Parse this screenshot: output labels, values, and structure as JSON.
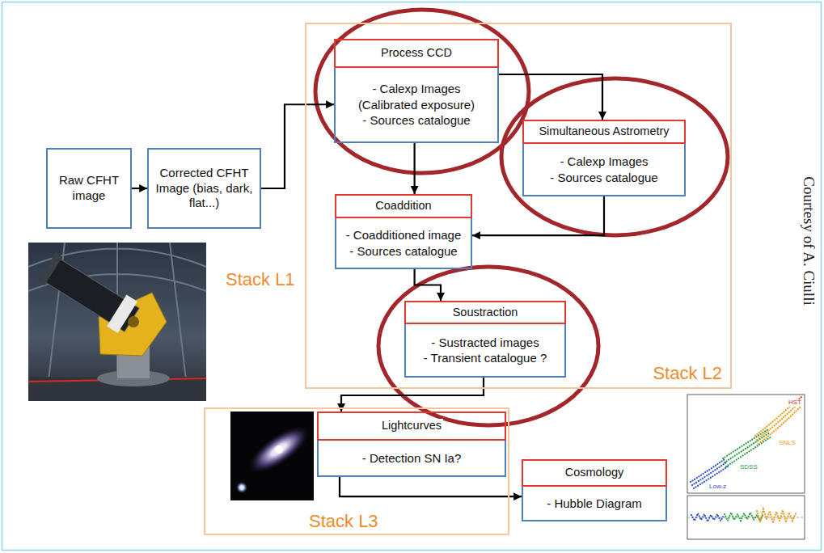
{
  "diagram": {
    "nodes": [
      {
        "text": [
          "Raw CFHT image"
        ]
      },
      {
        "text": [
          "Corrected CFHT Image (bias, dark, flat...)"
        ]
      },
      {
        "text": [
          "Stack L2"
        ]
      },
      {
        "text": [
          "Process CCD",
          "- Calexp Images (Calibrated exposure)",
          "- Sources catalogue"
        ],
        "in": 2
      },
      {
        "text": [
          "Simultaneous Astrometry",
          "- Calexp Images",
          "- Sources catalogue"
        ],
        "in": 2
      },
      {
        "text": [
          "Coaddition",
          "- Coadditioned image",
          "- Sources catalogue"
        ],
        "in": 2
      },
      {
        "text": [
          "Soustraction",
          "- Sustracted images",
          "- Transient catalogue ?"
        ],
        "in": 2
      },
      {
        "text": [
          "Stack L3"
        ]
      },
      {
        "text": [
          "Lightcurves",
          "- Detection SN Ia?"
        ],
        "in": 7
      },
      {
        "text": [
          "Cosmology",
          "- Hubble Diagram"
        ]
      }
    ],
    "edges": [
      {
        "from": 0,
        "to": 1,
        "arrow": "to"
      },
      {
        "from": 1,
        "to": 3,
        "arrow": "to"
      },
      {
        "from": 3,
        "to": 4,
        "arrow": "to"
      },
      {
        "from": 3,
        "to": 5,
        "arrow": "to"
      },
      {
        "from": 4,
        "to": 5,
        "arrow": "to"
      },
      {
        "from": 5,
        "to": 6,
        "arrow": "to"
      },
      {
        "from": 6,
        "to": 8,
        "arrow": "to"
      },
      {
        "from": 8,
        "to": 9,
        "arrow": "to"
      }
    ],
    "labels": [
      "Stack L1",
      "Courtesy of A. Ciulli",
      "HST",
      "SNLS",
      "SDSS",
      "Low-z"
    ]
  }
}
